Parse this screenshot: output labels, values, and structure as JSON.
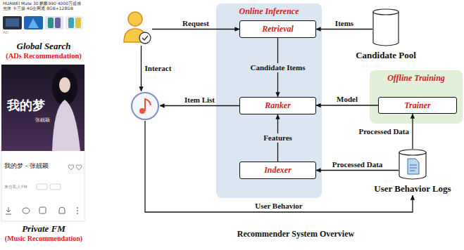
{
  "diagram": {
    "caption": "Recommender System Overview",
    "nodes": [
      {
        "text": []
      },
      {
        "text": [
          "Online Inference"
        ]
      },
      {
        "text": [
          "Retrieval"
        ],
        "in": 1
      },
      {
        "text": [
          "Candidate Pool"
        ]
      },
      {
        "text": []
      },
      {
        "text": [
          "Ranker"
        ],
        "in": 1
      },
      {
        "text": [
          "Offline Training"
        ]
      },
      {
        "text": [
          "Trainer"
        ],
        "in": 6
      },
      {
        "text": [
          "Indexer"
        ],
        "in": 1
      },
      {
        "text": [
          "User Behavior Logs"
        ]
      }
    ],
    "edges": [
      {
        "from": 0,
        "to": 2,
        "arrow": "to",
        "label": "Request"
      },
      {
        "from": 3,
        "to": 2,
        "arrow": "to",
        "label": "Items"
      },
      {
        "from": 2,
        "to": 5,
        "arrow": "to",
        "label": "Candidate Items"
      },
      {
        "from": 5,
        "to": 4,
        "arrow": "to",
        "label": "Item List"
      },
      {
        "from": 7,
        "to": 5,
        "arrow": "to",
        "label": "Model"
      },
      {
        "from": 8,
        "to": 5,
        "arrow": "to",
        "label": "Features"
      },
      {
        "from": 9,
        "to": 8,
        "arrow": "to",
        "label": "Processed Data"
      },
      {
        "from": 9,
        "to": 7,
        "arrow": "to",
        "label": "Processed Data"
      },
      {
        "from": 0,
        "to": 4,
        "arrow": "to",
        "label": "Interact"
      },
      {
        "from": 4,
        "to": 9,
        "arrow": "to",
        "label": "User Behavior"
      }
    ],
    "labels": [
      "HUAWEI Mate 30 麒麟990 4000万超感光徕 卡三摄 4G全网通 8GB+128GB",
      "AD",
      "Global Search",
      "(ADs Recommendation)",
      "我的梦",
      "张靓颖",
      "我的梦 - 张靓颖",
      "来自私人FM",
      "Private FM",
      "(Music Recommendation)"
    ]
  }
}
